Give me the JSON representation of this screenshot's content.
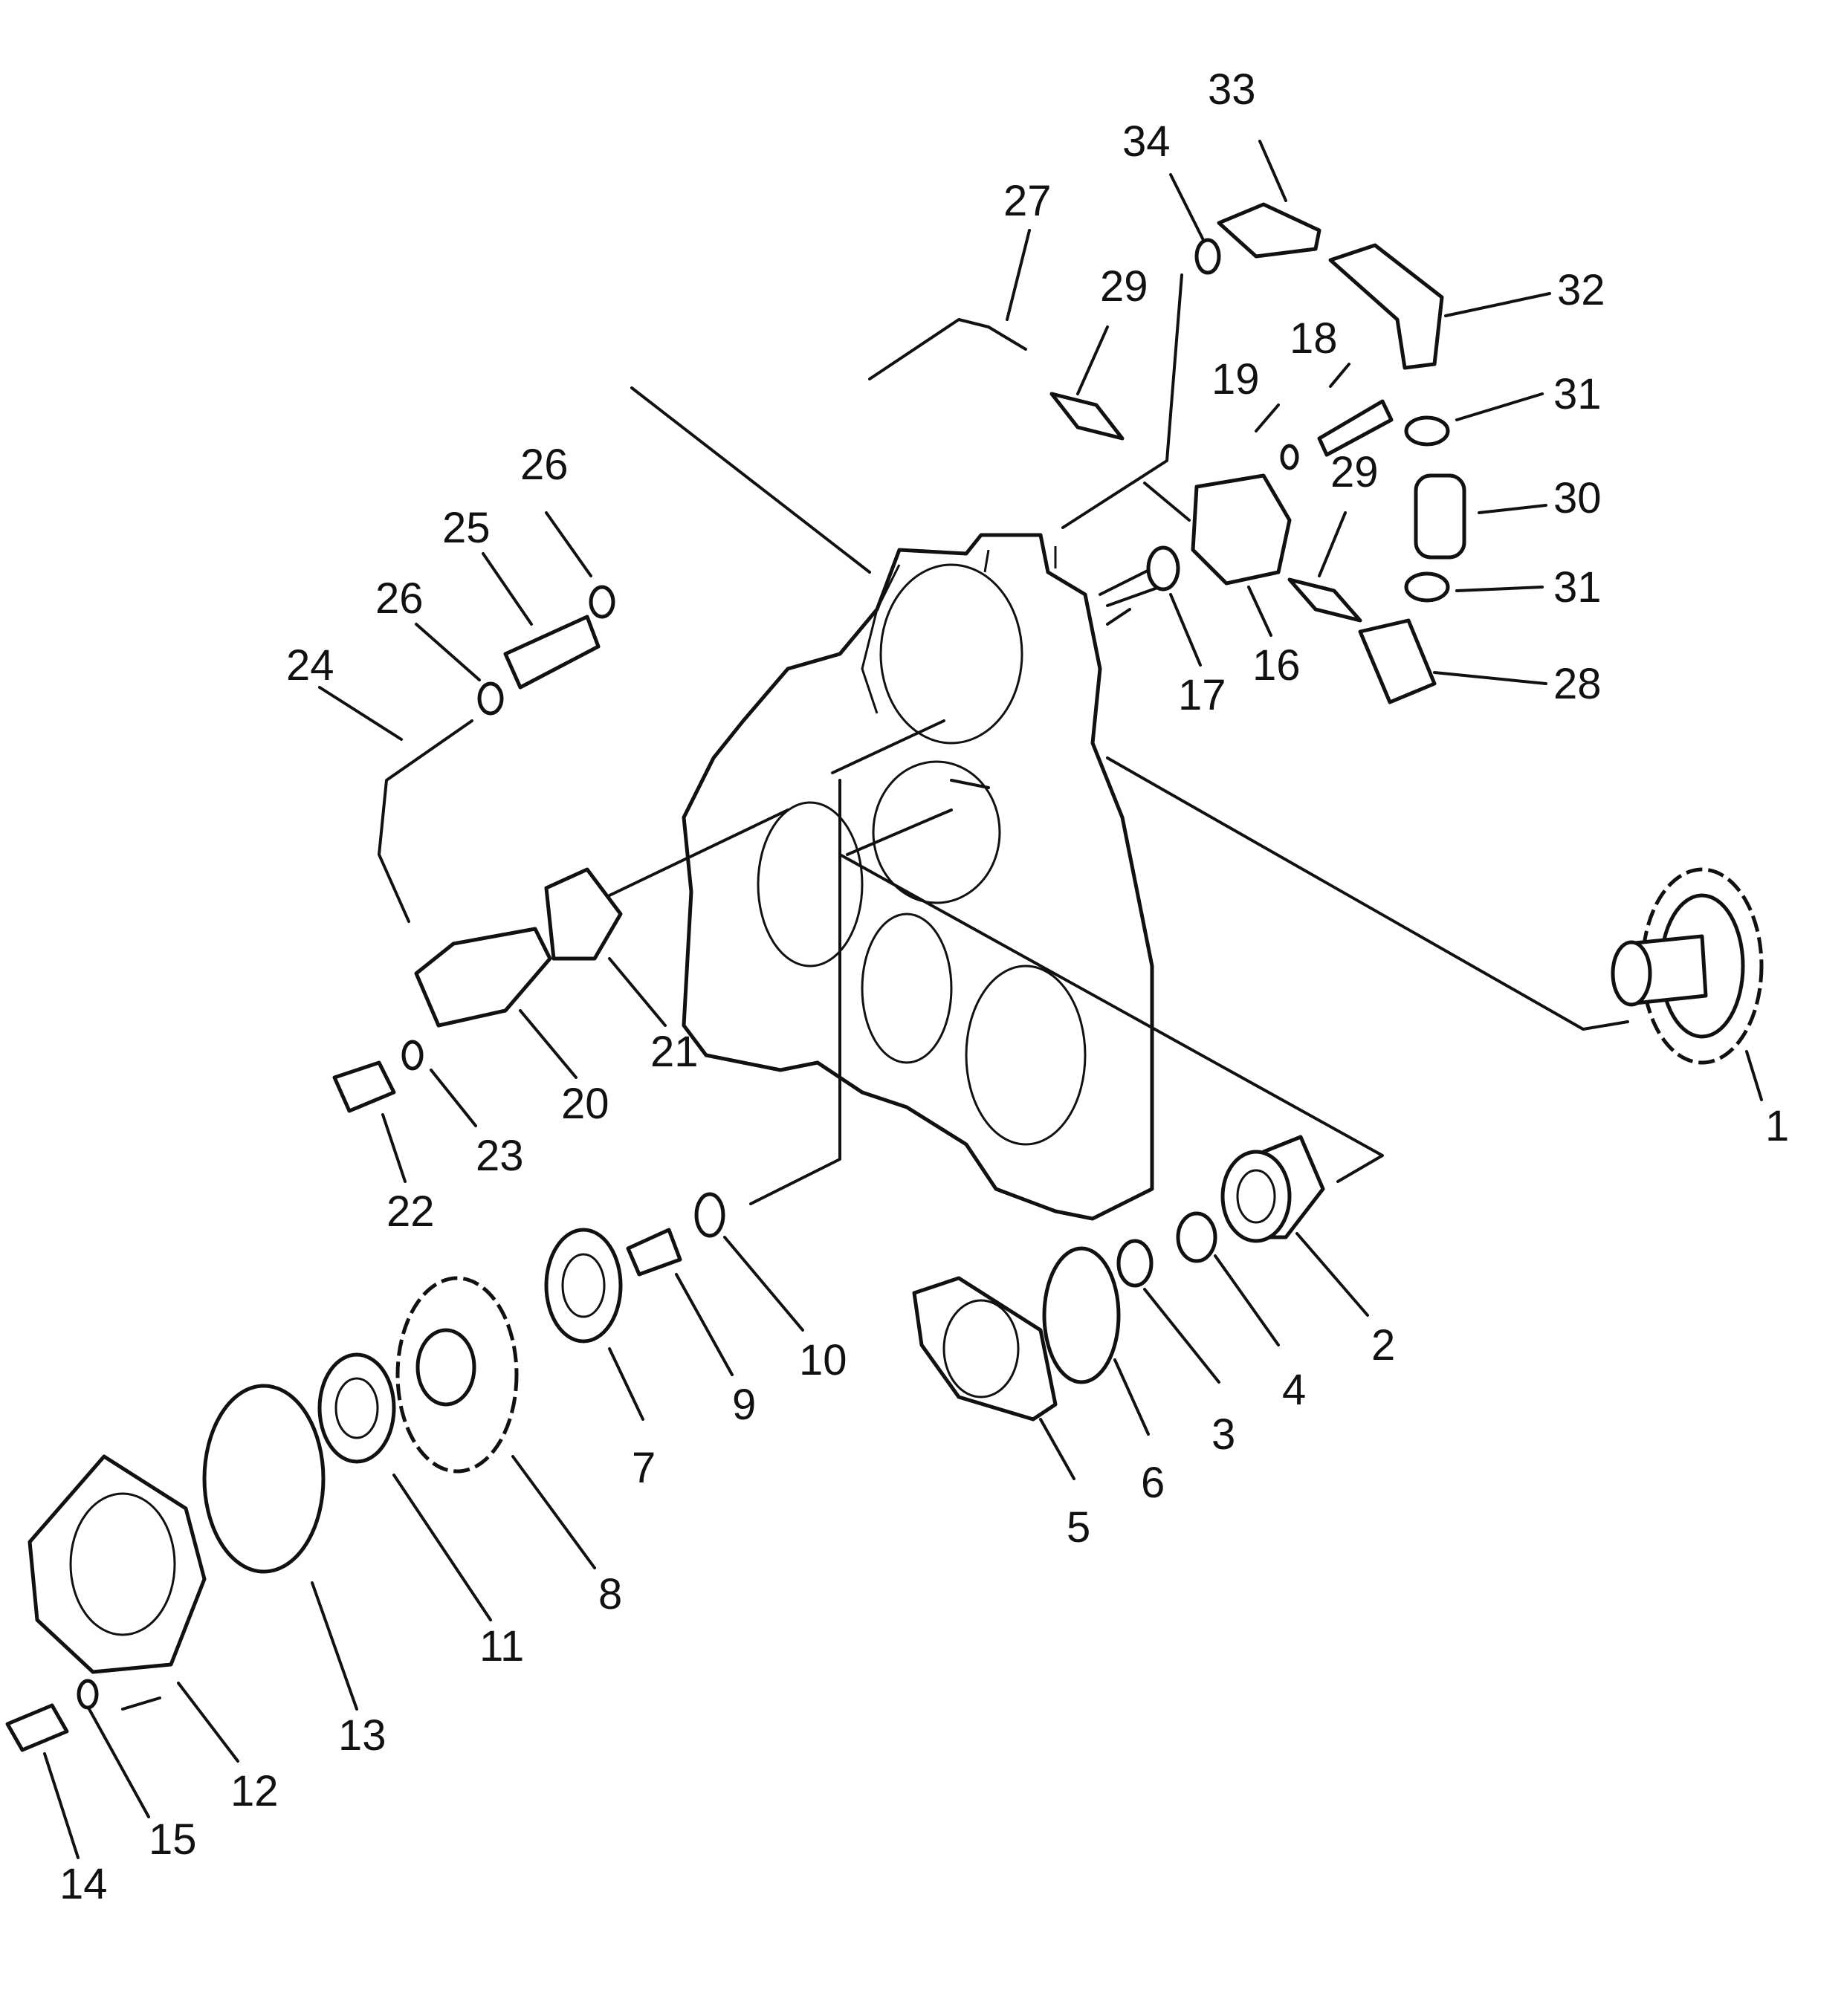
{
  "labels": [
    {
      "id": "1",
      "text": "1"
    },
    {
      "id": "2",
      "text": "2"
    },
    {
      "id": "3",
      "text": "3"
    },
    {
      "id": "4",
      "text": "4"
    },
    {
      "id": "5",
      "text": "5"
    },
    {
      "id": "6",
      "text": "6"
    },
    {
      "id": "7",
      "text": "7"
    },
    {
      "id": "8",
      "text": "8"
    },
    {
      "id": "9",
      "text": "9"
    },
    {
      "id": "10",
      "text": "10"
    },
    {
      "id": "11",
      "text": "11"
    },
    {
      "id": "12",
      "text": "12"
    },
    {
      "id": "13",
      "text": "13"
    },
    {
      "id": "14",
      "text": "14"
    },
    {
      "id": "15",
      "text": "15"
    },
    {
      "id": "16",
      "text": "16"
    },
    {
      "id": "17",
      "text": "17"
    },
    {
      "id": "18",
      "text": "18"
    },
    {
      "id": "19",
      "text": "19"
    },
    {
      "id": "20",
      "text": "20"
    },
    {
      "id": "21",
      "text": "21"
    },
    {
      "id": "22",
      "text": "22"
    },
    {
      "id": "23",
      "text": "23"
    },
    {
      "id": "24",
      "text": "24"
    },
    {
      "id": "25",
      "text": "25"
    },
    {
      "id": "26a",
      "text": "26"
    },
    {
      "id": "26b",
      "text": "26"
    },
    {
      "id": "27",
      "text": "27"
    },
    {
      "id": "28",
      "text": "28"
    },
    {
      "id": "29a",
      "text": "29"
    },
    {
      "id": "29b",
      "text": "29"
    },
    {
      "id": "30",
      "text": "30"
    },
    {
      "id": "31a",
      "text": "31"
    },
    {
      "id": "31b",
      "text": "31"
    },
    {
      "id": "32",
      "text": "32"
    },
    {
      "id": "33",
      "text": "33"
    },
    {
      "id": "34",
      "text": "34"
    }
  ]
}
